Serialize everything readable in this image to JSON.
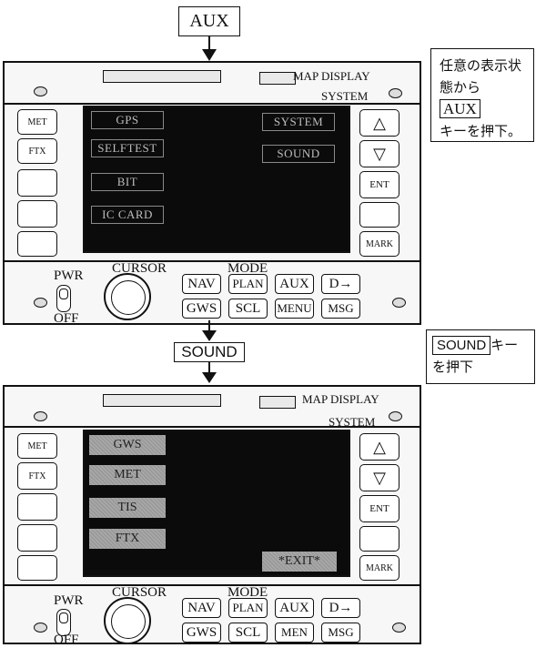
{
  "steps": {
    "top_key": "AUX",
    "mid_key": "SOUND"
  },
  "notes": {
    "first": {
      "line1": "任意の表示状",
      "line2_pre": "態から",
      "key": "AUX",
      "line3": "キーを押下。"
    },
    "second": {
      "key": "SOUND",
      "suffix": "キー",
      "line2": "を押下"
    }
  },
  "panel1": {
    "header": {
      "map_display": "MAP DISPLAY",
      "system": "SYSTEM"
    },
    "left_buttons": [
      "MET",
      "FTX",
      "",
      ""
    ],
    "right_buttons": [
      "△",
      "▽",
      "ENT",
      "",
      "MARK"
    ],
    "screen_left": [
      "GPS",
      "SELFTEST",
      "BIT",
      "IC CARD"
    ],
    "screen_right": [
      "SYSTEM",
      "SOUND"
    ],
    "bottom": {
      "pwr": "PWR",
      "off": "OFF",
      "cursor": "CURSOR",
      "mode": "MODE",
      "keys_row1": [
        "NAV",
        "PLAN",
        "AUX",
        "D→"
      ],
      "keys_row2": [
        "GWS",
        "SCL",
        "MENU",
        "MSG"
      ]
    }
  },
  "panel2": {
    "header": {
      "map_display": "MAP DISPLAY",
      "system": "SYSTEM"
    },
    "left_buttons": [
      "MET",
      "FTX",
      "",
      ""
    ],
    "right_buttons": [
      "△",
      "▽",
      "ENT",
      "",
      "MARK"
    ],
    "screen_items": [
      "GWS",
      "MET",
      "TIS",
      "FTX"
    ],
    "screen_exit": "*EXIT*",
    "bottom": {
      "pwr": "PWR",
      "off": "OFF",
      "cursor": "CURSOR",
      "mode": "MODE",
      "keys_row1": [
        "NAV",
        "PLAN",
        "AUX",
        "D→"
      ],
      "keys_row2": [
        "GWS",
        "SCL",
        "MEN",
        "MSG"
      ]
    }
  }
}
